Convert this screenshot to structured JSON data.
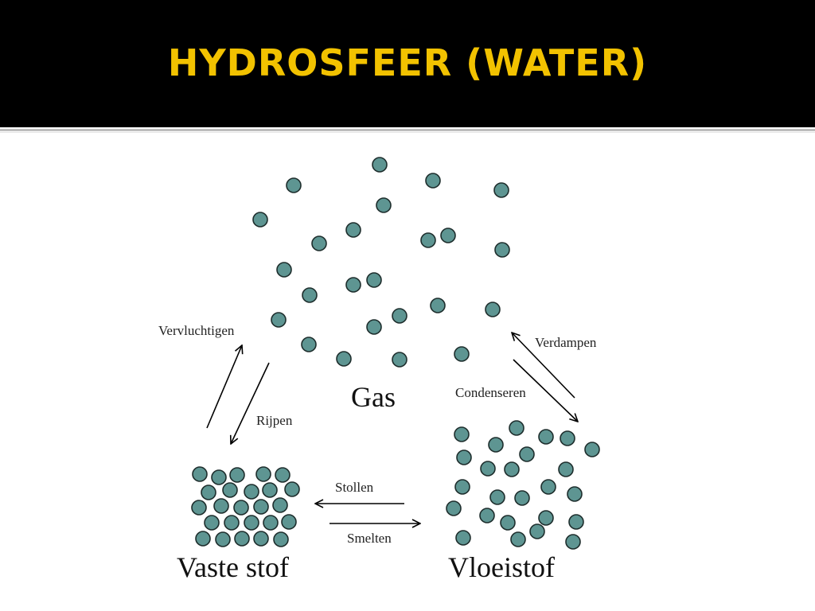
{
  "slide": {
    "title": "HYDROSFEER (WATER)"
  },
  "diagram": {
    "states": {
      "gas": "Gas",
      "solid": "Vaste stof",
      "liquid": "Vloeistof"
    },
    "transitions": {
      "sublimation": "Vervluchtigen",
      "deposition": "Rijpen",
      "evaporation": "Verdampen",
      "condensation": "Condenseren",
      "freezing": "Stollen",
      "melting": "Smelten"
    },
    "colors": {
      "particle_fill": "#5e9592",
      "particle_stroke": "#1e2e2d",
      "title": "#f2c200",
      "header_bg": "#000000"
    }
  }
}
